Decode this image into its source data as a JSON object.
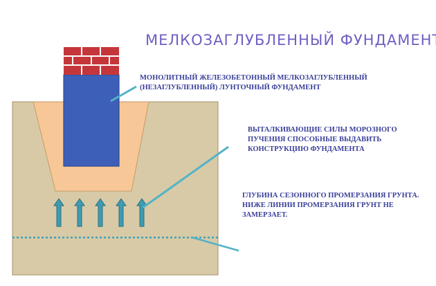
{
  "title": "МЕЛКОЗАГЛУБЛЕННЫЙ ФУНДАМЕНТ",
  "callouts": {
    "foundation": {
      "lines": [
        "МОНОЛИТНЫЙ ЖЕЛЕЗОБЕТОННЫЙ МЕЛКОЗАГЛУБЛЕННЫЙ",
        "(НЕЗАГЛУБЛЕННЫЙ) ЛУНТОЧНЫЙ ФУНДАМЕНТ"
      ]
    },
    "frost_forces": {
      "lines": [
        "ВЫТАЛКИВАЮЩИЕ СИЛЫ МОРОЗНОГО",
        "ПУЧЕНИЯ СПОСОБНЫЕ ВЫДАВИТЬ",
        "КОНСТРУКЦИЮ ФУНДАМЕНТА"
      ]
    },
    "freeze_depth": {
      "lines": [
        "ГЛУБИНА СЕЗОННОГО ПРОМЕРЗАНИЯ ГРУНТА.",
        "НИЖЕ ЛИНИИ ПРОМЕРЗАНИЯ ГРУНТ НЕ",
        "ЗАМЕРЗАЕТ."
      ]
    }
  },
  "colors": {
    "title": "#6f5fc2",
    "ground": "#d8caa6",
    "ground_border": "#a3936c",
    "trench": "#f8c797",
    "foundation": "#3d5fb8",
    "foundation_border": "#2f4c96",
    "brick": "#c5363b",
    "mortar": "#ffffff",
    "arrow": "#3e9bb0",
    "arrow_border": "#2b6f80",
    "leader": "#52b3c7",
    "freeze_line": "#3aa0b8",
    "text": "#3a3f99"
  },
  "frost_arrow_count": 5
}
